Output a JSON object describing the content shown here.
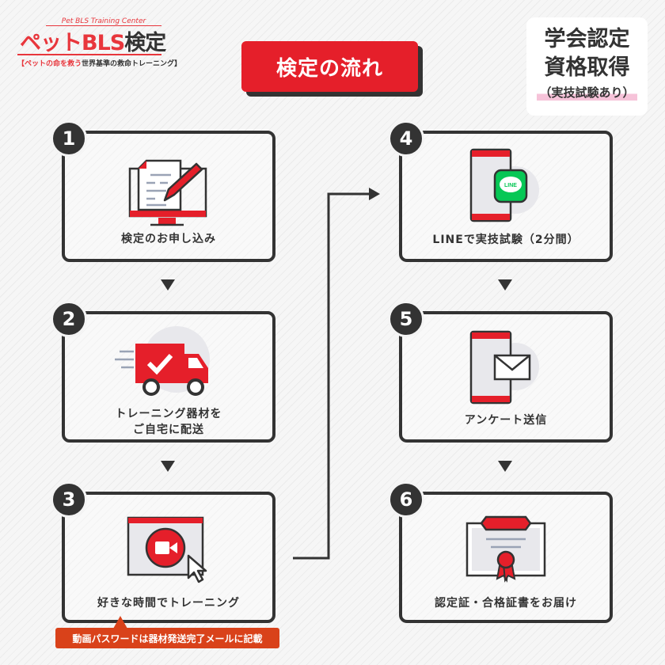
{
  "logo": {
    "subtitle": "Pet BLS Training Center",
    "name_red": "ペットBLS",
    "name_dark": "検定",
    "tag_red": "【ペットの命を救う",
    "tag_dark": "世界基準の救命トレーニング】"
  },
  "title": "検定の流れ",
  "cert": {
    "line1": "学会認定",
    "line2": "資格取得",
    "sub": "（実技試験あり）"
  },
  "steps": [
    {
      "num": "1",
      "label": "検定のお申し込み",
      "icon": "form-computer-icon"
    },
    {
      "num": "2",
      "label": "トレーニング器材を\nご自宅に配送",
      "label1": "トレーニング器材を",
      "label2": "ご自宅に配送",
      "icon": "delivery-truck-icon"
    },
    {
      "num": "3",
      "label": "好きな時間でトレーニング",
      "icon": "video-window-icon"
    },
    {
      "num": "4",
      "label": "LINEで実技試験（2分間）",
      "icon": "line-phone-icon",
      "line_text": "LINE"
    },
    {
      "num": "5",
      "label": "アンケート送信",
      "icon": "mail-phone-icon"
    },
    {
      "num": "6",
      "label": "認定証・合格証書をお届け",
      "icon": "certificate-icon"
    }
  ],
  "note": "動画パスワードは器材発送完了メールに記載",
  "colors": {
    "red": "#e51f2a",
    "dark": "#333333",
    "line_green": "#06c755",
    "note": "#d9421a"
  }
}
